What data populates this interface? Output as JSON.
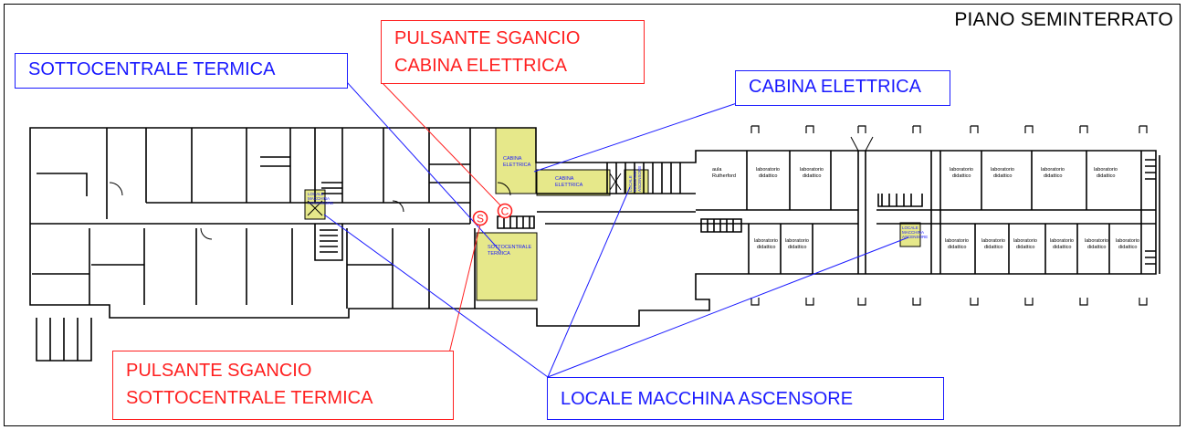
{
  "title": "PIANO SEMINTERRATO",
  "callouts": {
    "sottocentrale": "SOTTOCENTRALE TERMICA",
    "pulsante_cabina_l1": "PULSANTE SGANCIO",
    "pulsante_cabina_l2": "CABINA ELETTRICA",
    "cabina": "CABINA ELETTRICA",
    "pulsante_sotto_l1": "PULSANTE SGANCIO",
    "pulsante_sotto_l2": "SOTTOCENTRALE TERMICA",
    "locale_macchina": "LOCALE MACCHINA ASCENSORE"
  },
  "markers": {
    "s": "S",
    "c": "C"
  },
  "rooms": {
    "cabina_1_l1": "CABINA",
    "cabina_1_l2": "ELETTRICA",
    "cabina_2_l1": "CABINA",
    "cabina_2_l2": "ELETTRICA",
    "sottocentrale_l1": "SOTTOCENTRALE",
    "sottocentrale_l2": "TERMICA",
    "locale_l1": "LOCALE",
    "locale_l2": "MACCHINA",
    "locale_l3": "ASCENSORE",
    "aula_l1": "aula",
    "aula_l2": "Rutherford",
    "lab_l1": "laboratorio",
    "lab_l2": "didattico"
  },
  "colors": {
    "highlight": "#e6e88a",
    "blue": "#1a1aff",
    "red": "#ff2020",
    "wall": "#000000"
  }
}
